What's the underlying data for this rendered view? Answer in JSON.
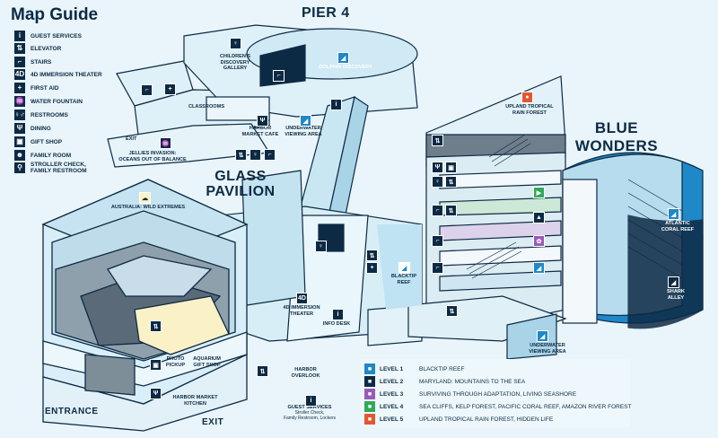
{
  "legend": {
    "title": "Map Guide",
    "items": [
      {
        "icon": "info-icon",
        "glyph": "i",
        "label": "GUEST SERVICES"
      },
      {
        "icon": "elevator-icon",
        "glyph": "⇅",
        "label": "ELEVATOR"
      },
      {
        "icon": "stairs-icon",
        "glyph": "⌐",
        "label": "STAIRS"
      },
      {
        "icon": "4d-icon",
        "glyph": "4D",
        "label": "4D IMMERSION THEATER"
      },
      {
        "icon": "first-aid-icon",
        "glyph": "+",
        "label": "FIRST AID"
      },
      {
        "icon": "water-fountain-icon",
        "glyph": "♒",
        "label": "WATER FOUNTAIN"
      },
      {
        "icon": "restrooms-icon",
        "glyph": "♀♂",
        "label": "RESTROOMS"
      },
      {
        "icon": "dining-icon",
        "glyph": "Ψ",
        "label": "DINING"
      },
      {
        "icon": "gift-shop-icon",
        "glyph": "▣",
        "label": "GIFT SHOP"
      },
      {
        "icon": "family-room-icon",
        "glyph": "☻",
        "label": "FAMILY ROOM"
      },
      {
        "icon": "stroller-icon",
        "glyph": "⚲",
        "label": "STROLLER CHECK,\nFAMILY RESTROOM"
      }
    ]
  },
  "areas": {
    "pier4": "PIER 4",
    "glass_pavilion": "GLASS\nPAVILION",
    "blue_wonders": "BLUE\nWONDERS",
    "entrance": "ENTRANCE",
    "exit_bottom": "EXIT"
  },
  "labels": {
    "childrens_gallery": "CHILDREN'S\nDISCOVERY\nGALLERY",
    "dolphin_discovery": "DOLPHIN DISCOVERY",
    "classrooms": "CLASSROOMS",
    "harbor_market_cafe": "HARBOR\nMARKET CAFE",
    "underwater_viewing_pier": "UNDERWATER\nVIEWING AREA",
    "exit_pier": "EXIT",
    "jellies": "JELLIES INVASION:\nOCEANS OUT OF BALANCE",
    "upland_tropical": "UPLAND TROPICAL\nRAIN FOREST",
    "australia": "AUSTRALIA: WILD EXTREMES",
    "atlantic_coral_reef": "ATLANTIC\nCORAL REEF",
    "shark_alley": "SHARK\nALLEY",
    "blacktip_reef": "BLACKTIP\nREEF",
    "theater_4d": "4D IMMERSION\nTHEATER",
    "info_desk": "INFO DESK",
    "underwater_viewing_blue": "UNDERWATER\nVIEWING AREA",
    "photo_pickup": "PHOTO\nPICKUP",
    "aquarium_gift_shop": "AQUARIUM\nGIFT SHOP",
    "harbor_market_kitchen": "HARBOR MARKET\nKITCHEN",
    "harbor_overlook": "HARBOR\nOVERLOOK",
    "guest_services": "GUEST SERVICES",
    "guest_services_sub": "Stroller Check,\nFamily Restroom, Lockers"
  },
  "levels": [
    {
      "name": "LEVEL 1",
      "desc": "BLACKTIP REEF",
      "color": "#1e88c8"
    },
    {
      "name": "LEVEL 2",
      "desc": "MARYLAND: MOUNTAINS TO THE SEA",
      "color": "#0d2a44"
    },
    {
      "name": "LEVEL 3",
      "desc": "SURVIVING THROUGH ADAPTATION, LIVING SEASHORE",
      "color": "#9b59b6"
    },
    {
      "name": "LEVEL 4",
      "desc": "SEA CLIFFS, KELP FOREST, PACIFIC CORAL REEF, AMAZON RIVER FOREST",
      "color": "#2eaa58"
    },
    {
      "name": "LEVEL 5",
      "desc": "UPLAND TROPICAL RAIN FOREST, HIDDEN LIFE",
      "color": "#e2572f"
    }
  ],
  "colors": {
    "navy": "#0d2a44",
    "water": "#bfe3f2",
    "floor": "#e2f2f8",
    "accent_blue": "#1e88c8",
    "sand": "#fbf1c6",
    "rock": "#8a9aa5"
  }
}
